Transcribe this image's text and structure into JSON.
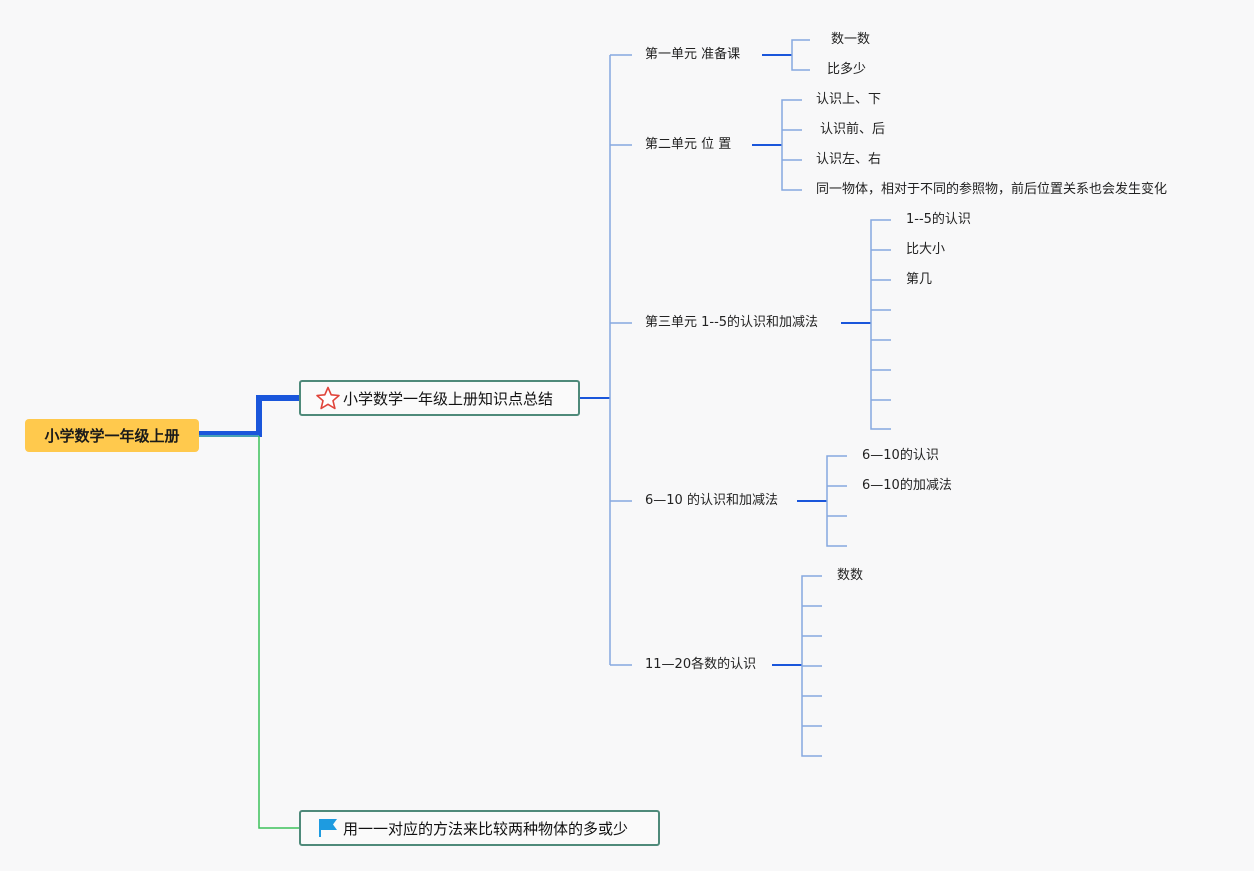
{
  "root": {
    "label": "小学数学一年级上册"
  },
  "main_topic": {
    "label": "小学数学一年级上册知识点总结",
    "icon": "star-icon"
  },
  "secondary_topic": {
    "label": "用一一对应的方法来比较两种物体的多或少",
    "icon": "flag-icon"
  },
  "units": [
    {
      "label": "第一单元 准备课",
      "items": [
        "数一数",
        "比多少"
      ]
    },
    {
      "label": "第二单元 位 置",
      "items": [
        "认识上、下",
        "认识前、后",
        "认识左、右",
        "同一物体，相对于不同的参照物，前后位置关系也会发生变化"
      ]
    },
    {
      "label": "第三单元 1--5的认识和加减法",
      "items": [
        "1--5的认识",
        "比大小",
        "第几",
        "",
        "",
        "",
        "",
        ""
      ]
    },
    {
      "label": "6—10 的认识和加减法",
      "items": [
        "6—10的认识",
        "6—10的加减法",
        "",
        ""
      ]
    },
    {
      "label": "11—20各数的认识",
      "items": [
        "数数",
        "",
        "",
        "",
        "",
        "",
        ""
      ]
    }
  ],
  "colors": {
    "root_fill": "#ffc94d",
    "box_border": "#4f8a7a",
    "branch_blue": "#1a56db",
    "light_blue": "#86a8e0",
    "green_line": "#3cc15a",
    "star": "#e0443a",
    "flag": "#1e9be0"
  }
}
